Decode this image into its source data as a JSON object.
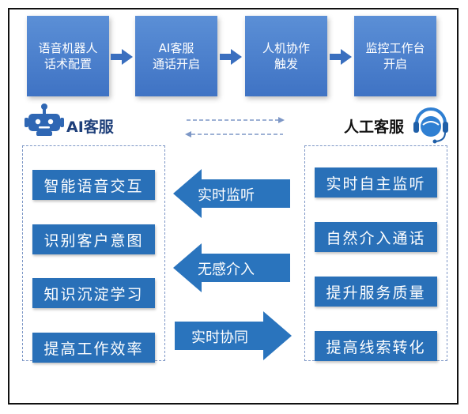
{
  "flow": {
    "steps": [
      {
        "label": "语音机器人\n话术配置"
      },
      {
        "label": "AI客服\n通话开启"
      },
      {
        "label": "人机协作\n触发"
      },
      {
        "label": "监控工作台\n开启"
      }
    ]
  },
  "ai_side": {
    "title": "AI客服",
    "items": [
      "智能语音交互",
      "识别客户意图",
      "知识沉淀学习",
      "提高工作效率"
    ]
  },
  "human_side": {
    "title": "人工客服",
    "items": [
      "实时自主监听",
      "自然介入通话",
      "提升服务质量",
      "提高线索转化"
    ]
  },
  "middle_arrows": [
    {
      "label": "实时监听",
      "direction": "left"
    },
    {
      "label": "无感介入",
      "direction": "left"
    },
    {
      "label": "实时协同",
      "direction": "right"
    }
  ],
  "colors": {
    "box_blue": "#2970b8",
    "flow_blue": "#4a7fcd",
    "arrow_blue": "#2a74bd",
    "title_blue": "#1e3f7a"
  },
  "icons": {
    "ai": "robot-icon",
    "human": "headset-agent-icon"
  }
}
